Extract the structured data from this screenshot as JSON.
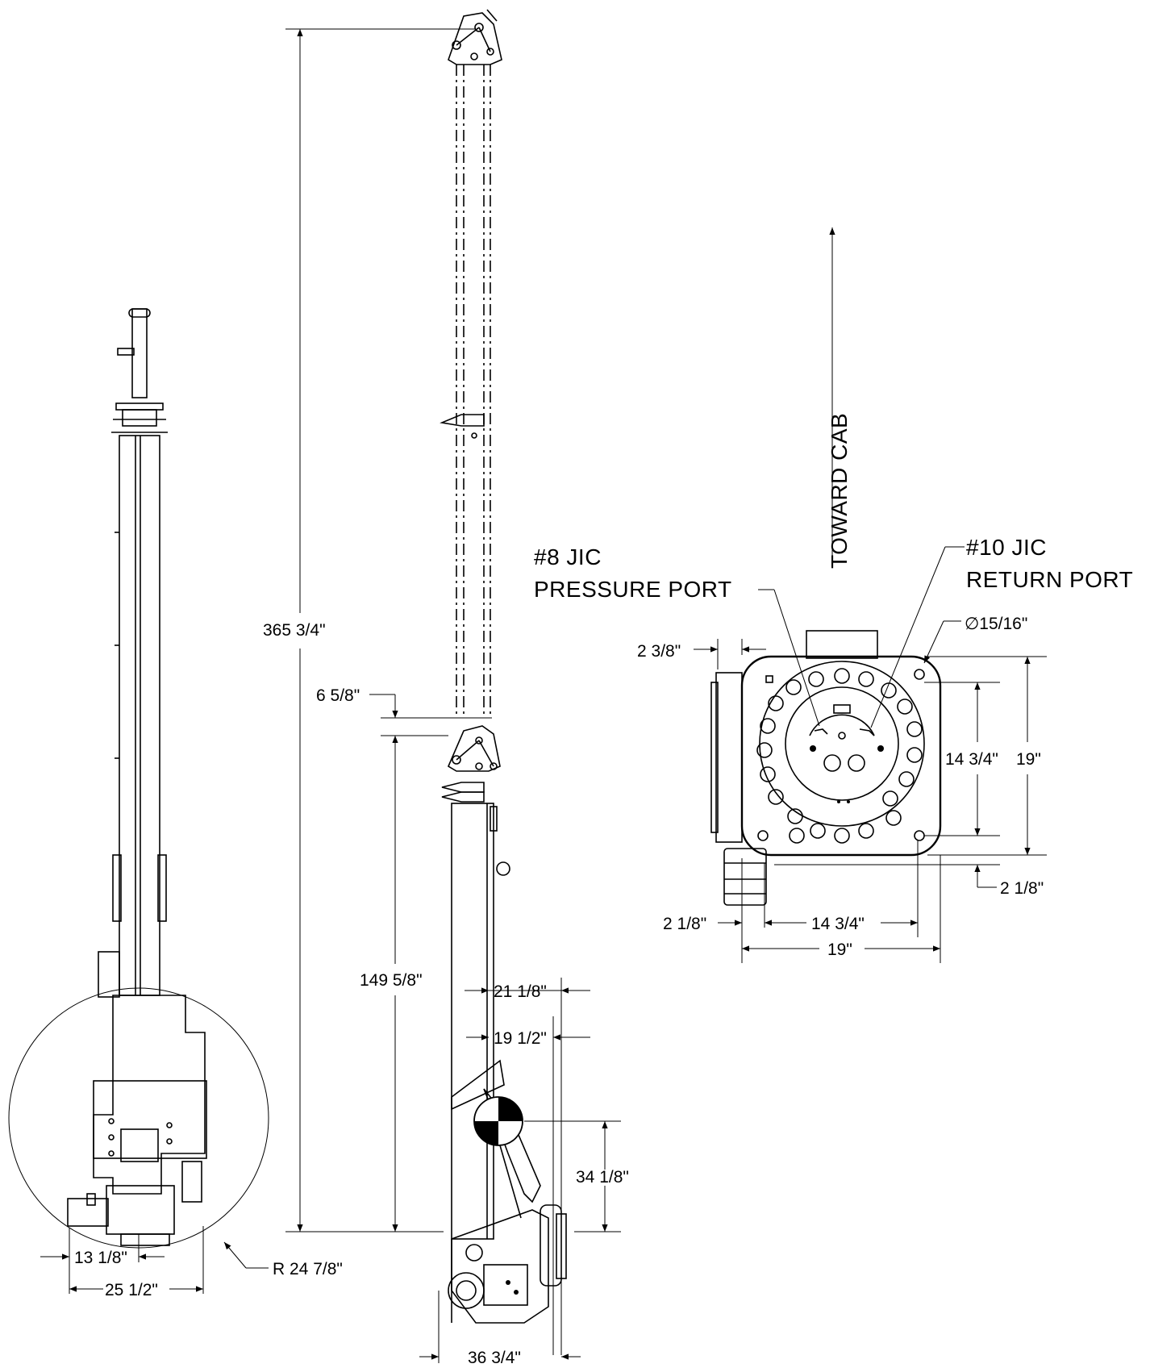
{
  "labels": {
    "toward_cab": "TOWARD CAB",
    "pressure_port_line1": "#8 JIC",
    "pressure_port_line2": "PRESSURE PORT",
    "return_port_line1": "#10 JIC",
    "return_port_line2": "RETURN PORT"
  },
  "dimensions": {
    "overall_height": "365 3/4\"",
    "tip_offset": "6 5/8\"",
    "lower_height": "149 5/8\"",
    "reach_21": "21 1/8\"",
    "reach_19": "19 1/2\"",
    "cg_height": "34 1/8\"",
    "base_width_36": "36 3/4\"",
    "front_13": "13 1/8\"",
    "front_25": "25 1/2\"",
    "swing_radius": "R 24 7/8\"",
    "mount_offset_top": "2 3/8\"",
    "hole_diameter": "∅15/16\"",
    "bolt_pattern_v": "14 3/4\"",
    "plate_v": "19\"",
    "edge_offset_v": "2 1/8\"",
    "edge_offset_h": "2 1/8\"",
    "bolt_pattern_h": "14 3/4\"",
    "plate_h": "19\""
  }
}
